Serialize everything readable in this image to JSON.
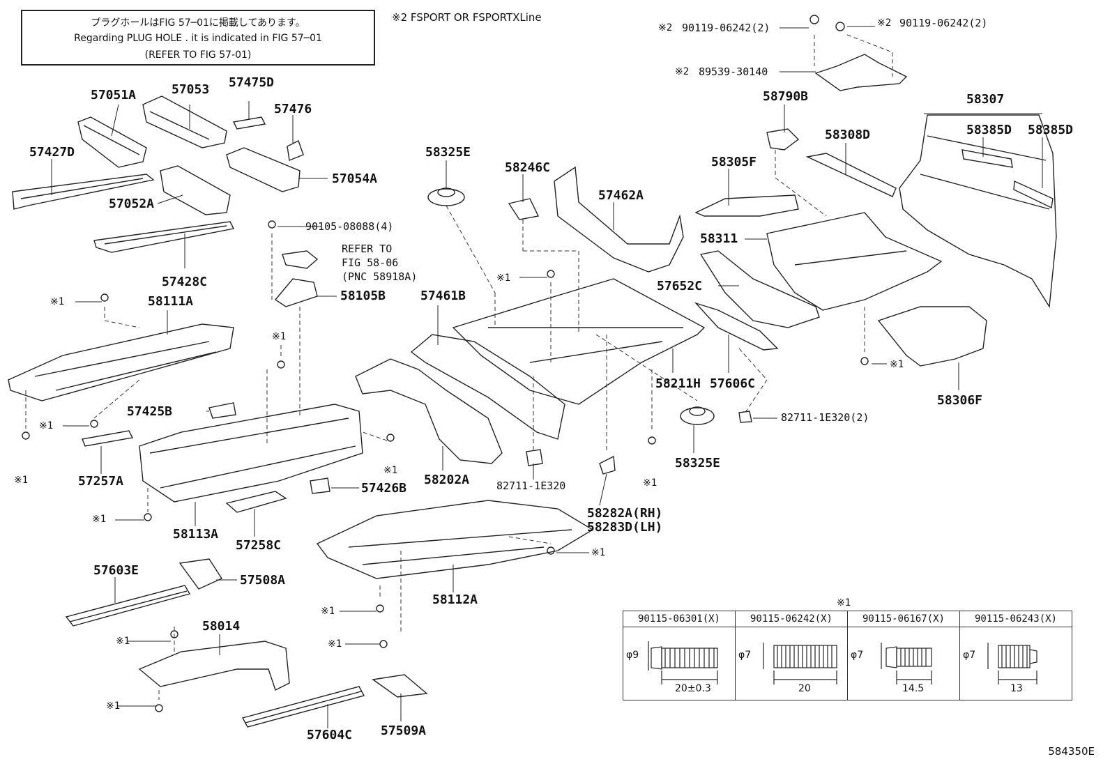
{
  "note": {
    "line1": "プラグホールはFIG 57─01に掲載してあります。",
    "line2": "Regarding PLUG HOLE . it is indicated in FIG 57─01",
    "line3": "(REFER TO FIG 57-01)"
  },
  "sport_note": "※2 FSPORT OR FSPORTXLine",
  "parts": {
    "p57051A": "57051A",
    "p57053": "57053",
    "p57475D": "57475D",
    "p57476": "57476",
    "p57427D": "57427D",
    "p57054A": "57054A",
    "p57052A": "57052A",
    "p90105": "90105-08088(4)",
    "refer1": "REFER TO",
    "refer2": "FIG 58-06",
    "refer3": "(PNC 58918A)",
    "p57428C": "57428C",
    "p58111A": "58111A",
    "p58105B": "58105B",
    "p57461B": "57461B",
    "p58325E_top": "58325E",
    "p58246C": "58246C",
    "p57462A": "57462A",
    "p58790B": "58790B",
    "p58308D": "58308D",
    "p58307": "58307",
    "p58385D_a": "58385D",
    "p58385D_b": "58385D",
    "p58305F": "58305F",
    "p58311": "58311",
    "p57652C": "57652C",
    "p58211H": "58211H",
    "p57606C": "57606C",
    "p58306F": "58306F",
    "p82711_2": "82711-1E320(2)",
    "p58325E_bot": "58325E",
    "p57425B": "57425B",
    "p57257A": "57257A",
    "p58202A": "58202A",
    "p82711": "82711-1E320",
    "p58282A": "58282A(RH)",
    "p58283D": "58283D(LH)",
    "p57426B": "57426B",
    "p58113A": "58113A",
    "p57258C": "57258C",
    "p57603E": "57603E",
    "p57508A": "57508A",
    "p58112A": "58112A",
    "p58014": "58014",
    "p57604C": "57604C",
    "p57509A": "57509A",
    "p90119_left": "90119-06242(2)",
    "p90119_right": "90119-06242(2)",
    "p89539": "89539-30140"
  },
  "marks": {
    "m1": "※1",
    "m2": "※2"
  },
  "bolt_table": {
    "title": "※1",
    "columns": [
      "90115-06301(X)",
      "90115-06242(X)",
      "90115-06167(X)",
      "90115-06243(X)"
    ],
    "diameters": [
      "φ9",
      "φ7",
      "φ7",
      "φ7"
    ],
    "lengths": [
      "20±0.3",
      "20",
      "14.5",
      "13"
    ]
  },
  "figure_id": "584350E"
}
